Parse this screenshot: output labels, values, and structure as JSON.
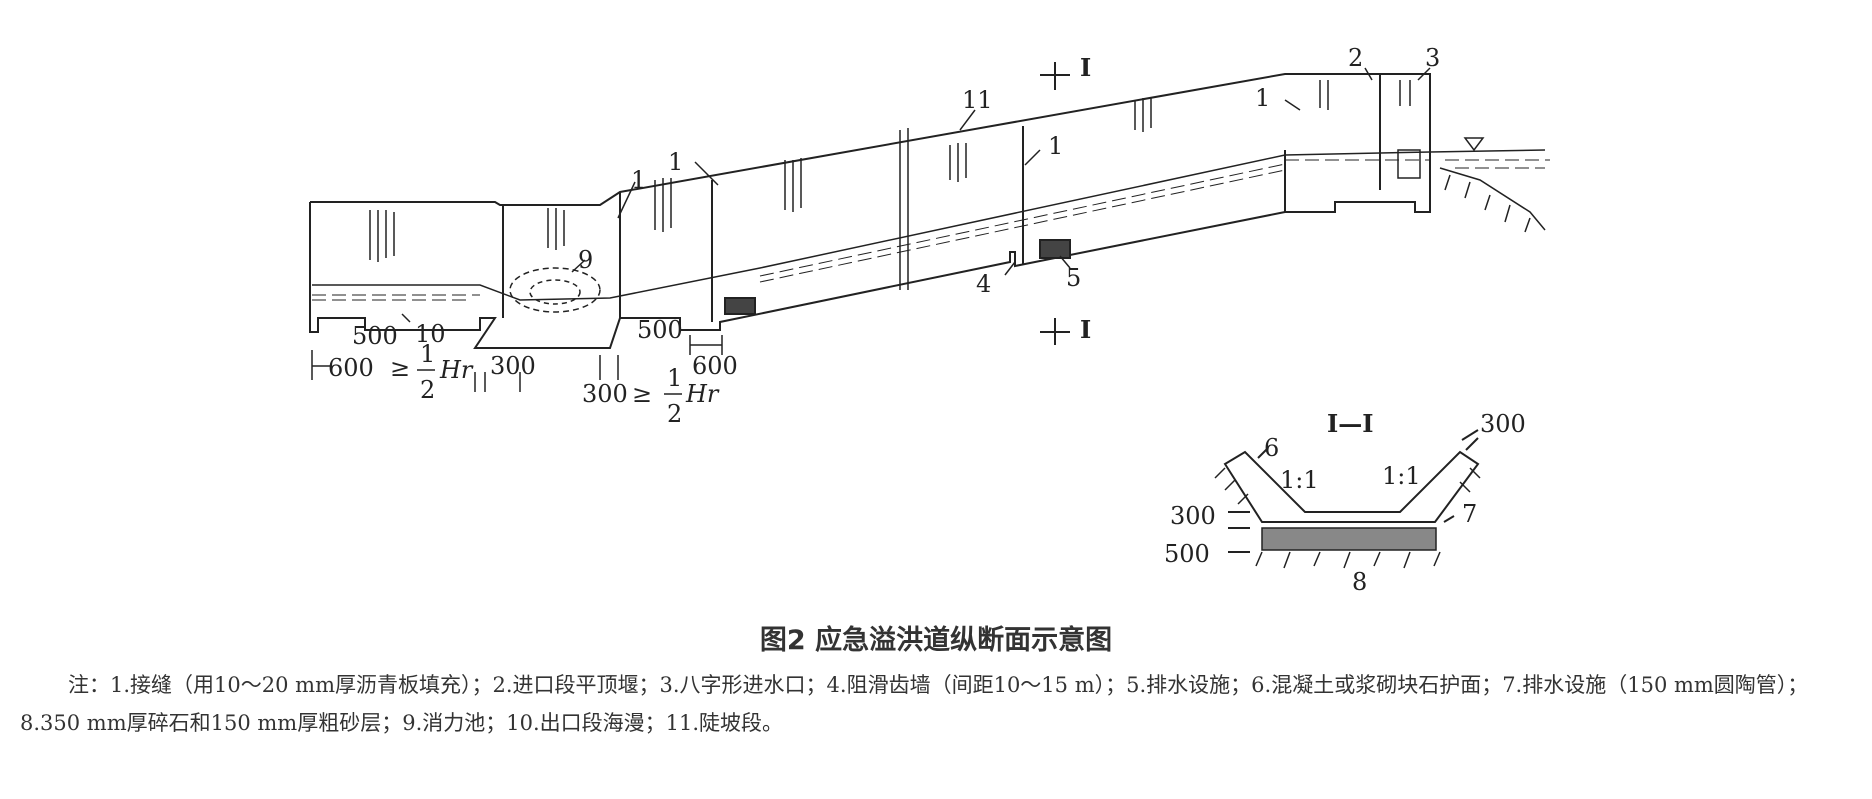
{
  "figure_title": "图2   应急溢洪道纵断面示意图",
  "note": "注：1.接缝（用10～20 mm厚沥青板填充）；2.进口段平顶堰；3.八字形进水口；4.阻滑齿墙（间距10～15 m）；5.排水设施；6.混凝土或浆砌块石护面；7.排水设施（150 mm圆陶管）；8.350 mm厚碎石和150 mm厚粗砂层；9.消力池；10.出口段海漫；11.陡坡段。",
  "longitudinal_labels": {
    "n1": "1",
    "n2": "2",
    "n3": "3",
    "n4": "4",
    "n5": "5",
    "n9": "9",
    "n10": "10",
    "n11": "11",
    "section_mark": "I"
  },
  "dimensions": {
    "d500_left": "500",
    "d600_left": "600",
    "ge_left": "≥",
    "half_num": "1",
    "half_den": "2",
    "hr": "Hr",
    "d300_left": "300",
    "d500_mid": "500",
    "d600_mid": "600",
    "d300_mid": "300"
  },
  "cross_section": {
    "title": "I—I",
    "dim_top": "300",
    "slope_left": "1:1",
    "slope_right": "1:1",
    "dim_300": "300",
    "dim_500": "500",
    "n6": "6",
    "n7": "7",
    "n8": "8"
  }
}
